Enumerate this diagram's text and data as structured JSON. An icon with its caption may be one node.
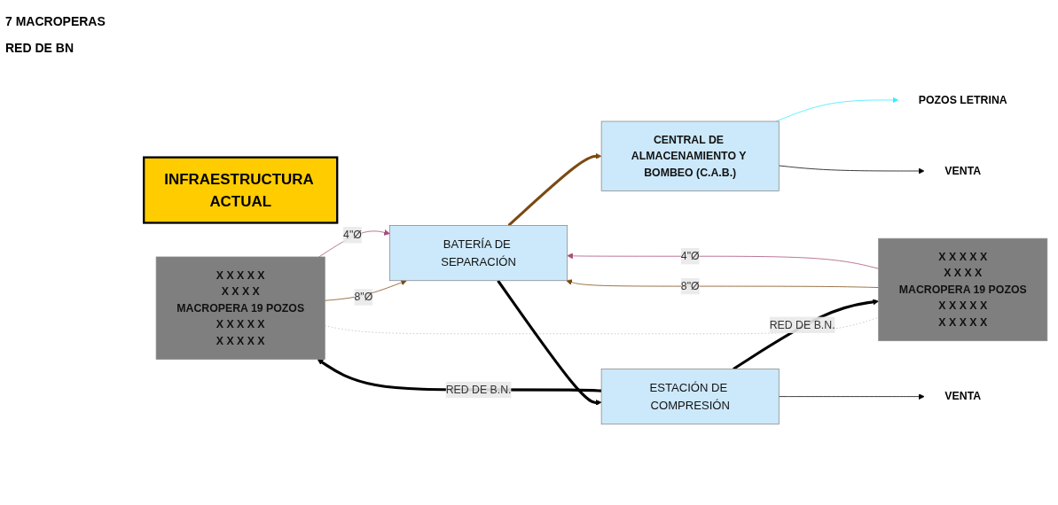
{
  "diagram": {
    "nodes": [
      {
        "text": [
          "INFRAESTRUCTURA ACTUAL"
        ]
      },
      {
        "text": [
          "X X X X X",
          "X X X X",
          "MACROPERA 19 POZOS",
          "X X X X X",
          "X X X X X"
        ]
      },
      {
        "text": [
          "X X X X X",
          "X X X X",
          "MACROPERA 19 POZOS",
          "X X X X X",
          "X X X X X"
        ]
      },
      {
        "text": [
          "BATERÍA DE SEPARACIÓN"
        ]
      },
      {
        "text": [
          "ESTACIÓN DE COMPRESIÓN"
        ]
      },
      {
        "text": [
          "CENTRAL DE ALMACENAMIENTO Y BOMBEO (C.A.B.)"
        ]
      },
      {
        "text": [
          "VENTA"
        ]
      },
      {
        "text": [
          "POZOS LETRINA"
        ]
      },
      {
        "text": [
          "VENTA"
        ]
      }
    ],
    "edges": [
      {
        "from": 1,
        "to": 3,
        "arrow": "to",
        "label": "8\"Ø",
        "color": "#7b4a12"
      },
      {
        "from": 1,
        "to": 3,
        "arrow": "to",
        "label": "4\"Ø",
        "color": "#a64d79"
      },
      {
        "from": 2,
        "to": 3,
        "arrow": "to",
        "label": "8\"Ø",
        "color": "#7b4a12"
      },
      {
        "from": 2,
        "to": 3,
        "arrow": "to",
        "label": "4\"Ø",
        "color": "#a64d79"
      },
      {
        "from": 1,
        "to": 2,
        "arrow": "none",
        "style": "dashed",
        "color": "#bbbbbb"
      },
      {
        "from": 3,
        "to": 4,
        "arrow": "to",
        "style": "thick"
      },
      {
        "from": 4,
        "to": 1,
        "arrow": "to",
        "style": "thick",
        "label": "RED DE B.N."
      },
      {
        "from": 4,
        "to": 2,
        "arrow": "to",
        "style": "thick",
        "label": "RED DE B.N."
      },
      {
        "from": 4,
        "to": 6,
        "arrow": "to"
      },
      {
        "from": 3,
        "to": 5,
        "arrow": "to",
        "style": "thick",
        "color": "#7b4a12"
      },
      {
        "from": 5,
        "to": 7,
        "arrow": "to",
        "color": "#33eeff"
      },
      {
        "from": 5,
        "to": 8,
        "arrow": "to"
      }
    ],
    "labels": [
      "7 MACROPERAS",
      "RED DE BN"
    ]
  }
}
